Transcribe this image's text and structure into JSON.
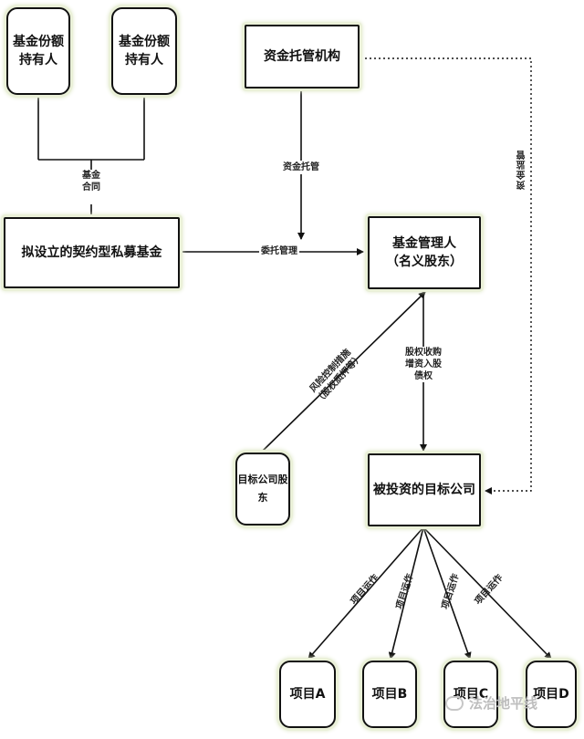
{
  "nodes": {
    "holder_a": "基金份额\n持有人",
    "holder_b": "基金份额\n持有人",
    "custodian": "资金托管机构",
    "fund": "拟设立的契约型私募基金",
    "manager": "基金管理人\n（名义股东）",
    "target_shareholder": "目标公司股东",
    "target_company": "被投资的目标公司",
    "project_a": "项目A",
    "project_b": "项目B",
    "project_c": "项目C",
    "project_d": "项目D"
  },
  "edges": {
    "fund_contract": "基金\n合同",
    "custody": "资金托管",
    "entrusted_management": "委托管理",
    "fund_supervision": "资金监管",
    "risk_control": "风险控制措施\n（股权质押等）",
    "equity_investment": "股权收购\n增资入股\n债权",
    "project_ops_a": "项目运作",
    "project_ops_b": "项目运作",
    "project_ops_c": "项目运作",
    "project_ops_d": "项目运作"
  },
  "watermark": "法治地平线",
  "colors": {
    "line": "#111111",
    "node_glow": "#eaf0d8"
  }
}
